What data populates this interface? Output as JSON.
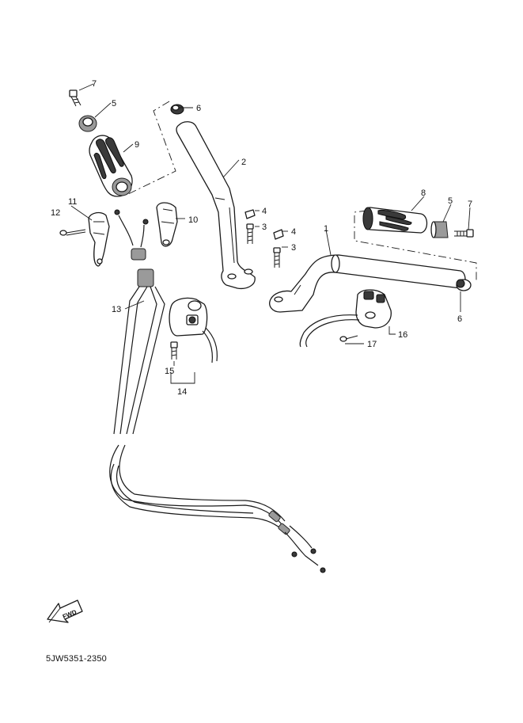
{
  "diagram": {
    "catalog_code": "5JW5351-2350",
    "fwd_label": "FWD",
    "callouts": {
      "c1": "1",
      "c2": "2",
      "c3a": "3",
      "c3b": "3",
      "c4a": "4",
      "c4b": "4",
      "c5a": "5",
      "c5b": "5",
      "c6a": "6",
      "c6b": "6",
      "c7a": "7",
      "c7b": "7",
      "c8": "8",
      "c9": "9",
      "c10": "10",
      "c11": "11",
      "c12": "12",
      "c13": "13",
      "c14": "14",
      "c15": "15",
      "c16": "16",
      "c17": "17"
    }
  }
}
